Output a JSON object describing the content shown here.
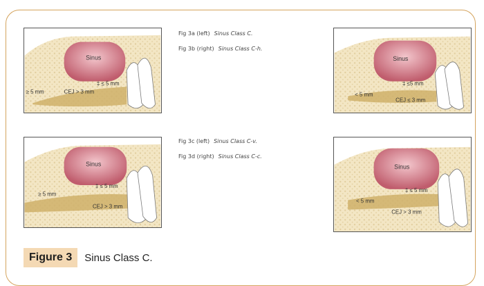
{
  "captions": [
    {
      "label": "Fig 3a (left)",
      "italic": "Sinus Class C."
    },
    {
      "label": "Fig 3b (right)",
      "italic": "Sinus Class C-h."
    },
    {
      "label": "Fig 3c (left)",
      "italic": "Sinus Class C-v."
    },
    {
      "label": "Fig 3d (right)",
      "italic": "Sinus Class C-c."
    }
  ],
  "panels": {
    "a": {
      "sinus": "Sinus",
      "height": "‡ ≤ 5 mm",
      "width": "≥ 5 mm",
      "cej": "CEJ > 3 mm"
    },
    "b": {
      "sinus": "Sinus",
      "height": "‡ ≤5 mm",
      "width": "< 5 mm",
      "cej": "CEJ ≤ 3 mm"
    },
    "c": {
      "sinus": "Sinus",
      "height": "‡ ≤ 5 mm",
      "width": "≥ 5 mm",
      "cej": "CEJ > 3 mm"
    },
    "d": {
      "sinus": "Sinus",
      "height": "‡ ≤ 5 mm",
      "width": "< 5 mm",
      "cej": "CEJ > 3 mm"
    }
  },
  "figure": {
    "number": "Figure 3",
    "title": "Sinus Class C."
  },
  "colors": {
    "frame": "#d4a35c",
    "bone": "#ead9b0",
    "sinus": "#c9707e",
    "figure_tag": "#f4d9b4"
  }
}
